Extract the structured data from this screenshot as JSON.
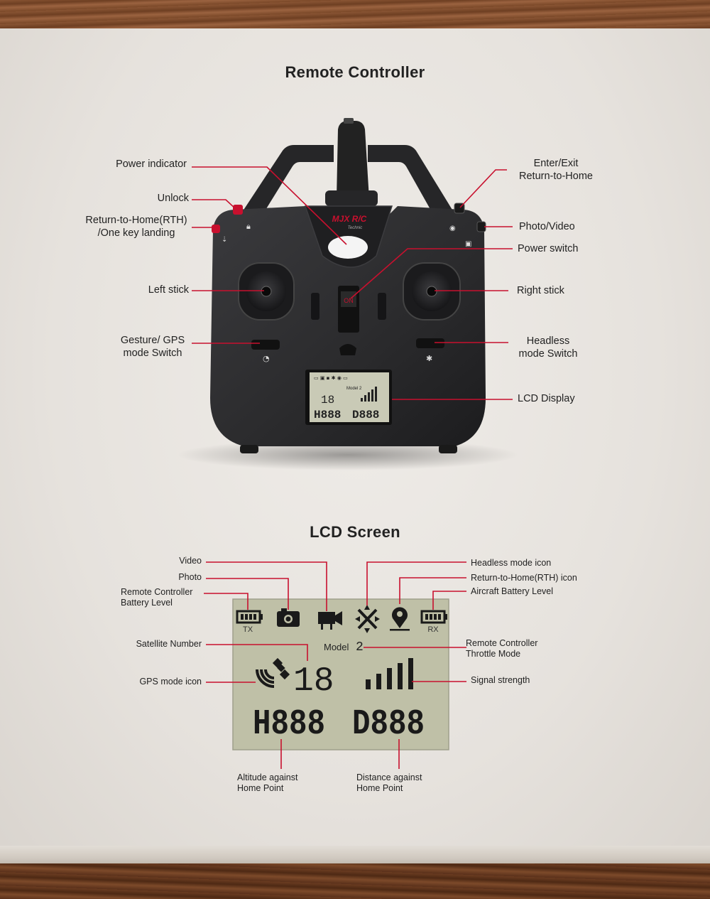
{
  "titles": {
    "remote": "Remote Controller",
    "lcd": "LCD Screen"
  },
  "remote_labels": {
    "power_indicator": "Power indicator",
    "unlock": "Unlock",
    "rth_line1": "Return-to-Home(RTH)",
    "rth_line2": "/One key landing",
    "left_stick": "Left stick",
    "gesture_line1": "Gesture/ GPS",
    "gesture_line2": "mode Switch",
    "enter_exit_line1": "Enter/Exit",
    "enter_exit_line2": "Return-to-Home",
    "photo_video": "Photo/Video",
    "power_switch": "Power switch",
    "right_stick": "Right stick",
    "headless_line1": "Headless",
    "headless_line2": "mode Switch",
    "lcd_display": "LCD Display"
  },
  "controller": {
    "brand": "MJX R/C",
    "brand_sub": "Technic",
    "switch_text": "ON",
    "lcd_model": "Model 2",
    "lcd_sat": "18",
    "lcd_alt": "H888",
    "lcd_dist": "D888"
  },
  "lcd_labels": {
    "video": "Video",
    "photo": "Photo",
    "rc_battery_line1": "Remote Controller",
    "rc_battery_line2": "Battery Level",
    "satellite_number": "Satellite Number",
    "gps_mode_icon": "GPS mode icon",
    "headless_icon": "Headless mode icon",
    "rth_icon": "Return-to-Home(RTH) icon",
    "aircraft_battery": "Aircraft Battery Level",
    "throttle_line1": "Remote Controller",
    "throttle_line2": "Throttle Mode",
    "signal_strength": "Signal strength",
    "altitude_line1": "Altitude against",
    "altitude_line2": "Home Point",
    "distance_line1": "Distance against",
    "distance_line2": "Home Point"
  },
  "lcd_screen": {
    "tx": "TX",
    "rx": "RX",
    "model_word": "Model",
    "model_num": "2",
    "satellites": "18",
    "altitude": "H888",
    "distance": "D888"
  },
  "colors": {
    "leader_line": "#c8102e",
    "controller_body": "#2b2b2d",
    "lcd_bg": "#c6c8ad"
  }
}
